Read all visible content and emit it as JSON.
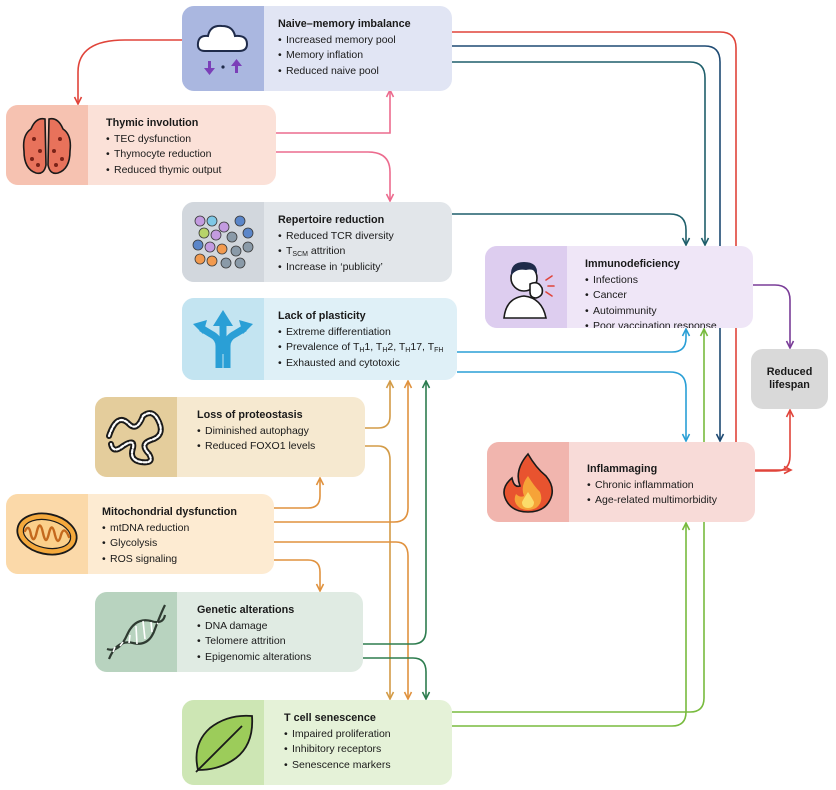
{
  "colors": {
    "red": "#e0443a",
    "pink": "#ec6b8e",
    "navy": "#1e4a73",
    "teal": "#1f5f6b",
    "blue": "#2a9fd6",
    "orange": "#e0923f",
    "tan": "#d39b47",
    "green": "#2e7d4f",
    "light_green": "#78bb3e",
    "purple": "#7a3d98"
  },
  "boxes": {
    "naive": {
      "title": "Naive–memory imbalance",
      "items": [
        "Increased memory pool",
        "Memory inflation",
        "Reduced naive pool"
      ],
      "icon": "cloud-icon"
    },
    "thymic": {
      "title": "Thymic involution",
      "items": [
        "TEC dysfunction",
        "Thymocyte reduction",
        "Reduced thymic output"
      ],
      "icon": "thymus-icon"
    },
    "repertoire": {
      "title": "Repertoire reduction",
      "items": {
        "tcr": "Reduced TCR diversity",
        "tscm_main": "T",
        "tscm_sub": "SCM",
        "tscm_rest": " attrition",
        "publicity": "Increase in ‘publicity’"
      },
      "icon": "cell-dots-icon"
    },
    "plasticity": {
      "title": "Lack of plasticity",
      "items": {
        "extreme": "Extreme differentiation",
        "prevalence_prefix": "Prevalence of ",
        "th": "T",
        "h_sub": "H",
        "fh_sub": "FH",
        "th1_num": "1, ",
        "th2_num": "2, ",
        "th17_num": "17, ",
        "exhausted": "Exhausted and cytotoxic"
      },
      "icon": "diverging-arrows-icon"
    },
    "proteostasis": {
      "title": "Loss of proteostasis",
      "items": [
        "Diminished autophagy",
        "Reduced FOXO1 levels"
      ],
      "icon": "protein-icon"
    },
    "mito": {
      "title": "Mitochondrial dysfunction",
      "items": [
        "mtDNA reduction",
        "Glycolysis",
        "ROS signaling"
      ],
      "icon": "mitochondrion-icon"
    },
    "genetic": {
      "title": "Genetic alterations",
      "items": [
        "DNA damage",
        "Telomere attrition",
        "Epigenomic alterations"
      ],
      "icon": "dna-helix-icon"
    },
    "senescence": {
      "title": "T cell senescence",
      "items": [
        "Impaired proliferation",
        "Inhibitory receptors",
        "Senescence markers"
      ],
      "icon": "leaf-icon"
    },
    "immuno": {
      "title": "Immunodeficiency",
      "items": [
        "Infections",
        "Cancer",
        "Autoimmunity",
        "Poor vaccination response"
      ],
      "icon": "sick-person-icon"
    },
    "inflamm": {
      "title": "Inflammaging",
      "items": [
        "Chronic inflammation",
        "Age-related multimorbidity"
      ],
      "icon": "fire-icon"
    },
    "lifespan": {
      "title": "Reduced lifespan"
    }
  },
  "links": [
    {
      "from": "naive",
      "to": "thymic",
      "color": "red"
    },
    {
      "from": "thymic",
      "to": "naive",
      "color": "pink"
    },
    {
      "from": "thymic",
      "to": "repertoire",
      "color": "pink"
    },
    {
      "from": "naive",
      "to": "immuno",
      "color": "teal"
    },
    {
      "from": "naive",
      "to": "inflamm",
      "color": "navy"
    },
    {
      "from": "naive",
      "to": "lifespan",
      "color": "red"
    },
    {
      "from": "repertoire",
      "to": "immuno",
      "color": "teal"
    },
    {
      "from": "plasticity",
      "to": "immuno",
      "color": "blue"
    },
    {
      "from": "plasticity",
      "to": "inflamm",
      "color": "blue"
    },
    {
      "from": "mito",
      "to": "proteostasis",
      "color": "orange"
    },
    {
      "from": "mito",
      "to": "genetic",
      "color": "orange"
    },
    {
      "from": "mito",
      "to": "plasticity",
      "color": "orange"
    },
    {
      "from": "mito",
      "to": "senescence",
      "color": "orange"
    },
    {
      "from": "proteostasis",
      "to": "plasticity",
      "color": "tan"
    },
    {
      "from": "proteostasis",
      "to": "senescence",
      "color": "tan"
    },
    {
      "from": "genetic",
      "to": "plasticity",
      "color": "green"
    },
    {
      "from": "genetic",
      "to": "senescence",
      "color": "green"
    },
    {
      "from": "senescence",
      "to": "immuno",
      "color": "light_green"
    },
    {
      "from": "senescence",
      "to": "inflamm",
      "color": "light_green"
    },
    {
      "from": "immuno",
      "to": "lifespan",
      "color": "purple"
    },
    {
      "from": "inflamm",
      "to": "lifespan",
      "color": "red"
    }
  ]
}
